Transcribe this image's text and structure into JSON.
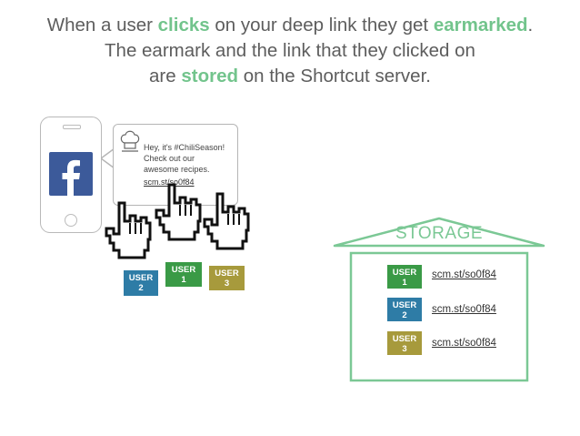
{
  "heading": {
    "line1_a": "When a user ",
    "line1_b": "clicks",
    "line1_c": " on your deep link they get ",
    "line1_d": "earmarked",
    "line1_e": ".",
    "line2": "The earmark and the link that they clicked on",
    "line3_a": "are ",
    "line3_b": "stored",
    "line3_c": " on the Shortcut server."
  },
  "phone": {
    "app_icon": "facebook-f-icon"
  },
  "bubble": {
    "icon": "chef-hat-icon",
    "line1": "Hey, it's #ChiliSeason!",
    "line2": "Check out our",
    "line3": "awesome recipes.",
    "link": "scm.st/so0f84"
  },
  "users": [
    {
      "word": "USER",
      "num": "2",
      "color": "#2e7ca6"
    },
    {
      "word": "USER",
      "num": "1",
      "color": "#3a9a46"
    },
    {
      "word": "USER",
      "num": "3",
      "color": "#a79a3c"
    }
  ],
  "storage": {
    "title": "STORAGE",
    "title_color": "#7bc895",
    "rows": [
      {
        "word": "USER",
        "num": "1",
        "color": "#3a9a46",
        "link": "scm.st/so0f84"
      },
      {
        "word": "USER",
        "num": "2",
        "color": "#2e7ca6",
        "link": "scm.st/so0f84"
      },
      {
        "word": "USER",
        "num": "3",
        "color": "#a79a3c",
        "link": "scm.st/so0f84"
      }
    ]
  }
}
